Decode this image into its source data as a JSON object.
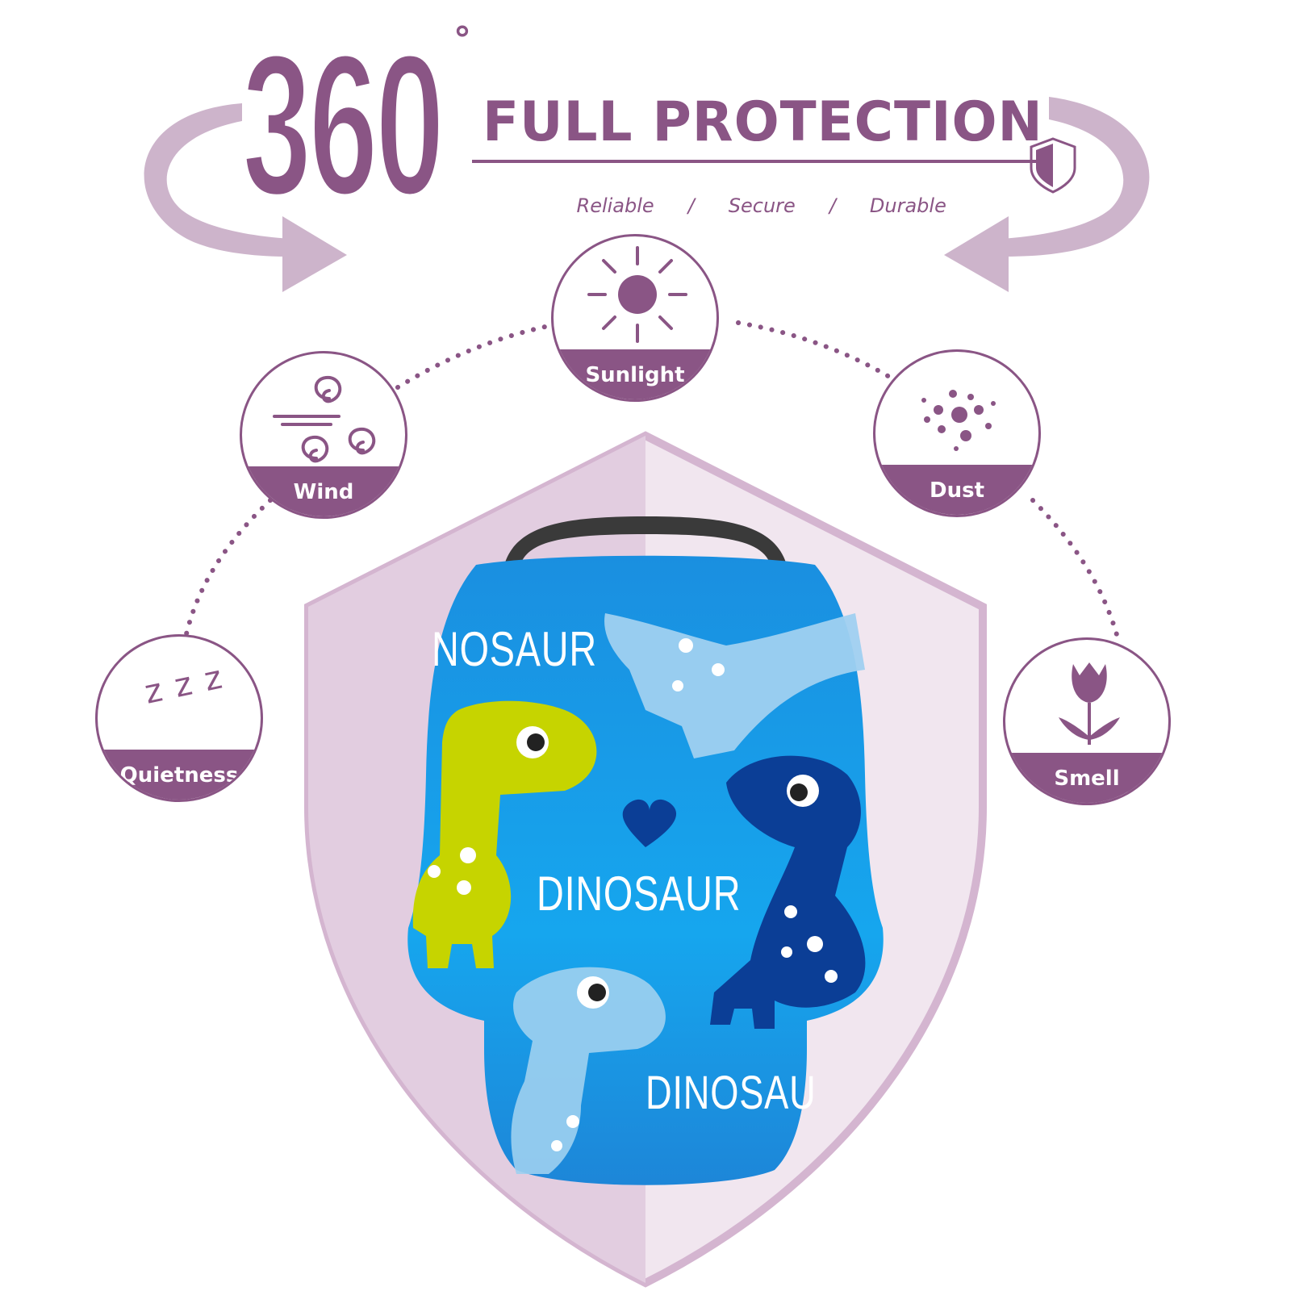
{
  "header": {
    "number": "360",
    "degree_mark": "°",
    "title": "FULL PROTECTION",
    "subtitle_items": [
      "Reliable",
      "Secure",
      "Durable"
    ],
    "separator": "/"
  },
  "badges": [
    {
      "label": "Sunlight",
      "icon": "sun-icon"
    },
    {
      "label": "Wind",
      "icon": "wind-icon"
    },
    {
      "label": "Dust",
      "icon": "dust-icon"
    },
    {
      "label": "Quietness",
      "icon": "zzz-icon"
    },
    {
      "label": "Smell",
      "icon": "tulip-icon"
    }
  ],
  "icons": {
    "zzz": "z z z"
  },
  "product": {
    "print_labels": [
      "NOSAUR",
      "DINOSAUR",
      "DINOSAU"
    ]
  },
  "colors": {
    "accent": "#8a5585",
    "arrow": "#cdb4cb",
    "shield_light": "#ecdfea",
    "shield_border": "#d4b5d0",
    "fabric": "#1e98e4",
    "dino_green": "#c6d400",
    "dino_navy": "#0b3e96",
    "dino_light": "#9fd0f0"
  }
}
